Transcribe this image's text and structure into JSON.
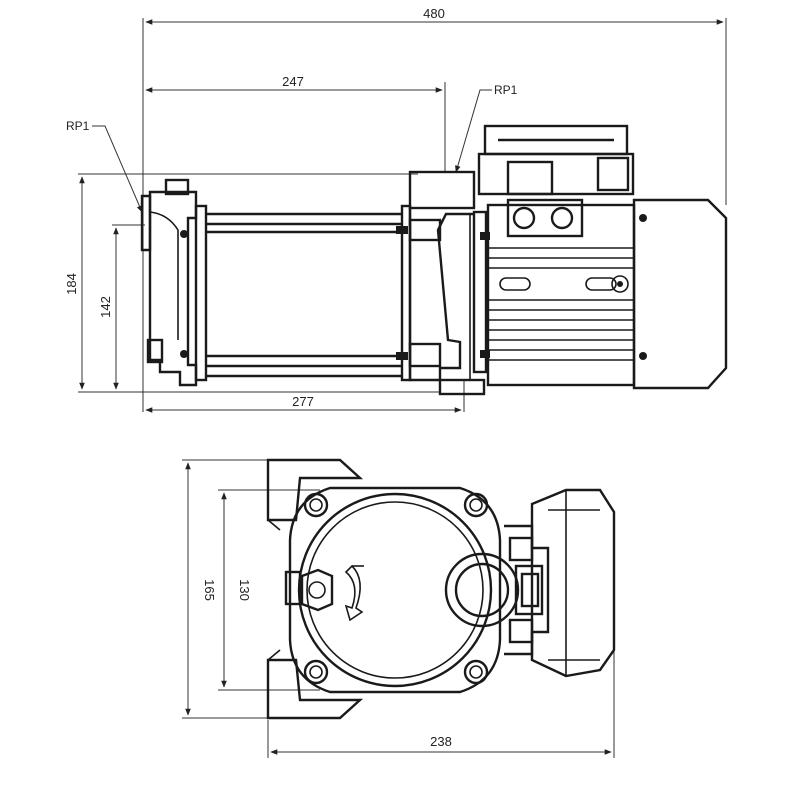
{
  "side_view": {
    "dimensions": {
      "overall_length": "480",
      "inlet_to_outlet": "247",
      "height": "184",
      "inlet_height": "142",
      "base_length": "277"
    },
    "labels": {
      "inlet_port": "RP1",
      "outlet_port": "RP1"
    }
  },
  "end_view": {
    "dimensions": {
      "overall_width": "165",
      "bolt_spacing": "130",
      "base_width": "238"
    }
  }
}
